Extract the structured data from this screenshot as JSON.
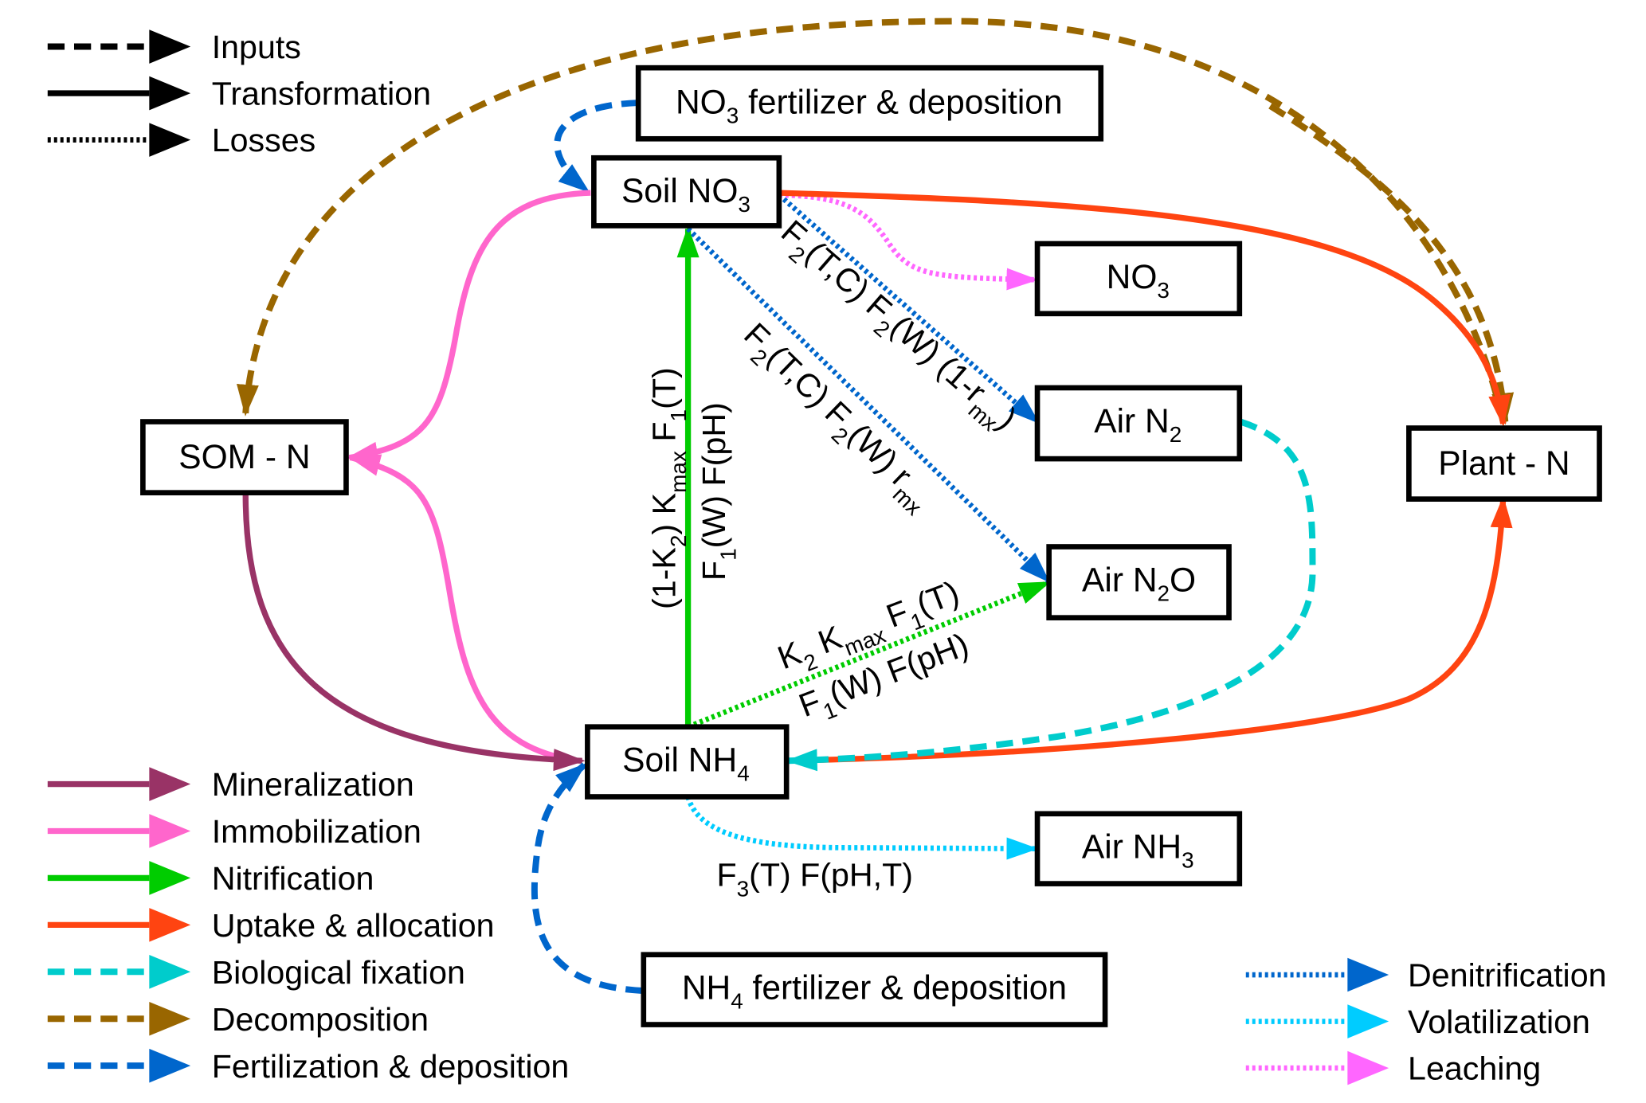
{
  "legend_style": {
    "items": [
      {
        "label": "Inputs",
        "style": "dashed",
        "color": "#000000"
      },
      {
        "label": "Transformation",
        "style": "solid",
        "color": "#000000"
      },
      {
        "label": "Losses",
        "style": "dotted",
        "color": "#000000"
      }
    ]
  },
  "legend_processes": {
    "items": [
      {
        "label": "Mineralization",
        "style": "solid",
        "color": "#993366"
      },
      {
        "label": "Immobilization",
        "style": "solid",
        "color": "#FF66CC"
      },
      {
        "label": "Nitrification",
        "style": "solid",
        "color": "#00CC00"
      },
      {
        "label": "Uptake & allocation",
        "style": "solid",
        "color": "#FF4411"
      },
      {
        "label": "Biological fixation",
        "style": "dashed",
        "color": "#00CCCC"
      },
      {
        "label": "Decomposition",
        "style": "dashed",
        "color": "#996600"
      },
      {
        "label": "Fertilization & deposition",
        "style": "dashed",
        "color": "#0066CC"
      }
    ]
  },
  "legend_losses": {
    "items": [
      {
        "label": "Denitrification",
        "style": "dotted",
        "color": "#0066CC"
      },
      {
        "label": "Volatilization",
        "style": "dotted",
        "color": "#00CCFF"
      },
      {
        "label": "Leaching",
        "style": "dotted",
        "color": "#FF66FF"
      }
    ]
  },
  "nodes": {
    "no3_fert": {
      "main": "NO",
      "sub": "3",
      "rest": " fertilizer & deposition"
    },
    "soil_no3": {
      "main": "Soil NO",
      "sub": "3",
      "rest": ""
    },
    "no3_leach": {
      "main": "NO",
      "sub": "3",
      "rest": ""
    },
    "air_n2": {
      "main": "Air N",
      "sub": "2",
      "rest": ""
    },
    "air_n2o": {
      "main": "Air N",
      "sub": "2",
      "rest": "O"
    },
    "som_n": {
      "main": "SOM - N",
      "sub": "",
      "rest": ""
    },
    "plant_n": {
      "main": "Plant - N",
      "sub": "",
      "rest": ""
    },
    "soil_nh4": {
      "main": "Soil NH",
      "sub": "4",
      "rest": ""
    },
    "air_nh3": {
      "main": "Air NH",
      "sub": "3",
      "rest": ""
    },
    "nh4_fert": {
      "main": "NH",
      "sub": "4",
      "rest": " fertilizer & deposition"
    }
  },
  "equations": {
    "nitrification_line1": [
      [
        "(1-K",
        ""
      ],
      [
        "2",
        "sub"
      ],
      [
        ") K",
        ""
      ],
      [
        "max",
        "sub"
      ],
      [
        " F",
        ""
      ],
      [
        "1",
        "sub"
      ],
      [
        "(T)",
        ""
      ]
    ],
    "nitrification_line2": [
      [
        "F",
        ""
      ],
      [
        "1",
        "sub"
      ],
      [
        "(W) F(pH)",
        ""
      ]
    ],
    "denit_n2": [
      [
        "F",
        ""
      ],
      [
        "2",
        "sub"
      ],
      [
        "(T,C) F",
        ""
      ],
      [
        "2",
        "sub"
      ],
      [
        "(W) (1-r",
        ""
      ],
      [
        "mx",
        "sub"
      ],
      [
        ")",
        ""
      ]
    ],
    "denit_n2o": [
      [
        "F",
        ""
      ],
      [
        "2",
        "sub"
      ],
      [
        "(T,C) F",
        ""
      ],
      [
        "2",
        "sub"
      ],
      [
        "(W) r",
        ""
      ],
      [
        "mx",
        "sub"
      ]
    ],
    "nitrif_n2o_line1": [
      [
        "K",
        ""
      ],
      [
        "2",
        "sub"
      ],
      [
        " K",
        ""
      ],
      [
        "max",
        "sub"
      ],
      [
        " F",
        ""
      ],
      [
        "1",
        "sub"
      ],
      [
        "(T)",
        ""
      ]
    ],
    "nitrif_n2o_line2": [
      [
        "F",
        ""
      ],
      [
        "1",
        "sub"
      ],
      [
        "(W) F(pH)",
        ""
      ]
    ],
    "volatilization": [
      [
        "F",
        ""
      ],
      [
        "3",
        "sub"
      ],
      [
        "(T) F(pH,T)",
        ""
      ]
    ]
  },
  "colors": {
    "mineralization": "#993366",
    "immobilization": "#FF66CC",
    "nitrification": "#00CC00",
    "uptake": "#FF4411",
    "fixation": "#00CCCC",
    "decomposition": "#996600",
    "fertilization": "#0066CC",
    "denitrification": "#0066CC",
    "volatilization": "#00CCFF",
    "leaching": "#FF66FF"
  }
}
